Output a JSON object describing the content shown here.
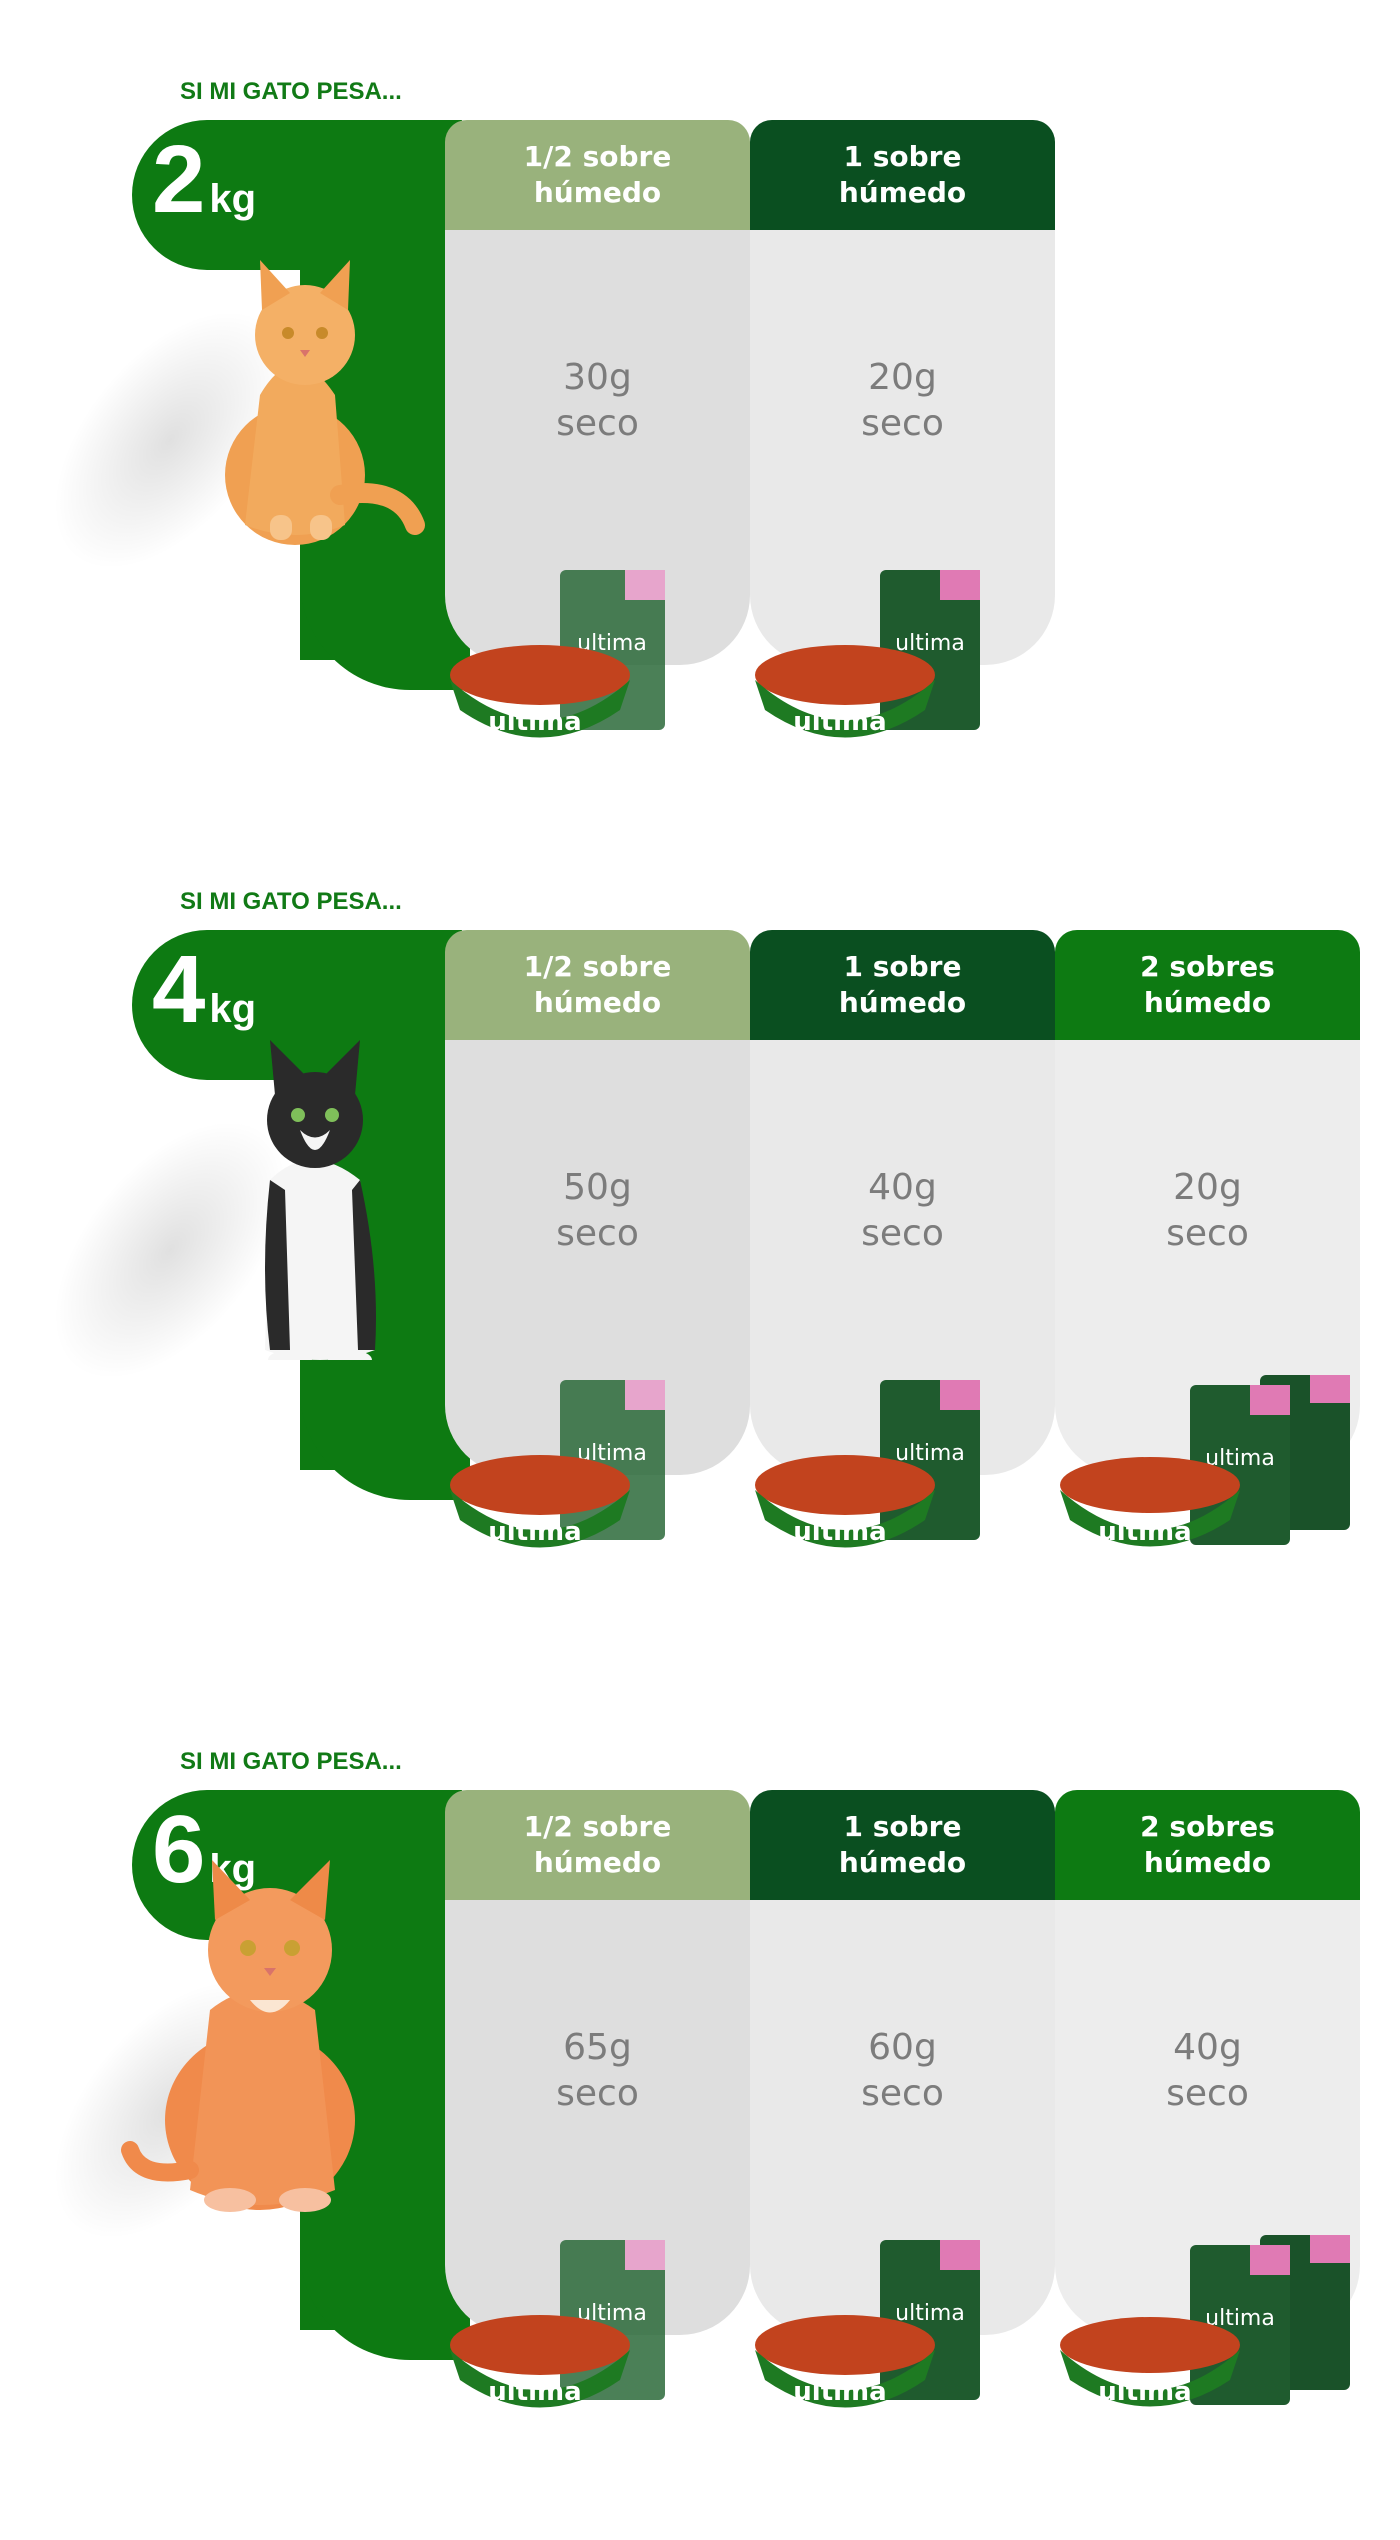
{
  "sections": [
    {
      "heading": "SI MI GATO PESA...",
      "weight": "2",
      "unit": "kg",
      "cat": "orange-tabby-cat",
      "columns": [
        {
          "head1": "1/2 sobre",
          "head2": "húmedo",
          "value1": "30g",
          "value2": "seco",
          "pouches": 1
        },
        {
          "head1": "1 sobre",
          "head2": "húmedo",
          "value1": "20g",
          "value2": "seco",
          "pouches": 1
        }
      ]
    },
    {
      "heading": "SI MI GATO PESA...",
      "weight": "4",
      "unit": "kg",
      "cat": "black-white-cat",
      "columns": [
        {
          "head1": "1/2 sobre",
          "head2": "húmedo",
          "value1": "50g",
          "value2": "seco",
          "pouches": 1
        },
        {
          "head1": "1 sobre",
          "head2": "húmedo",
          "value1": "40g",
          "value2": "seco",
          "pouches": 1
        },
        {
          "head1": "2 sobres",
          "head2": "húmedo",
          "value1": "20g",
          "value2": "seco",
          "pouches": 2
        }
      ]
    },
    {
      "heading": "SI MI GATO PESA...",
      "weight": "6",
      "unit": "kg",
      "cat": "orange-cat",
      "columns": [
        {
          "head1": "1/2 sobre",
          "head2": "húmedo",
          "value1": "65g",
          "value2": "seco",
          "pouches": 1
        },
        {
          "head1": "1 sobre",
          "head2": "húmedo",
          "value1": "60g",
          "value2": "seco",
          "pouches": 1
        },
        {
          "head1": "2 sobres",
          "head2": "húmedo",
          "value1": "40g",
          "value2": "seco",
          "pouches": 2
        }
      ]
    }
  ],
  "brand": "ultima",
  "colors": {
    "brand_green": "#0d7a12",
    "dark_green": "#0a4f20",
    "light_green": "#99b27c",
    "value_gray": "#7c7c7c"
  }
}
